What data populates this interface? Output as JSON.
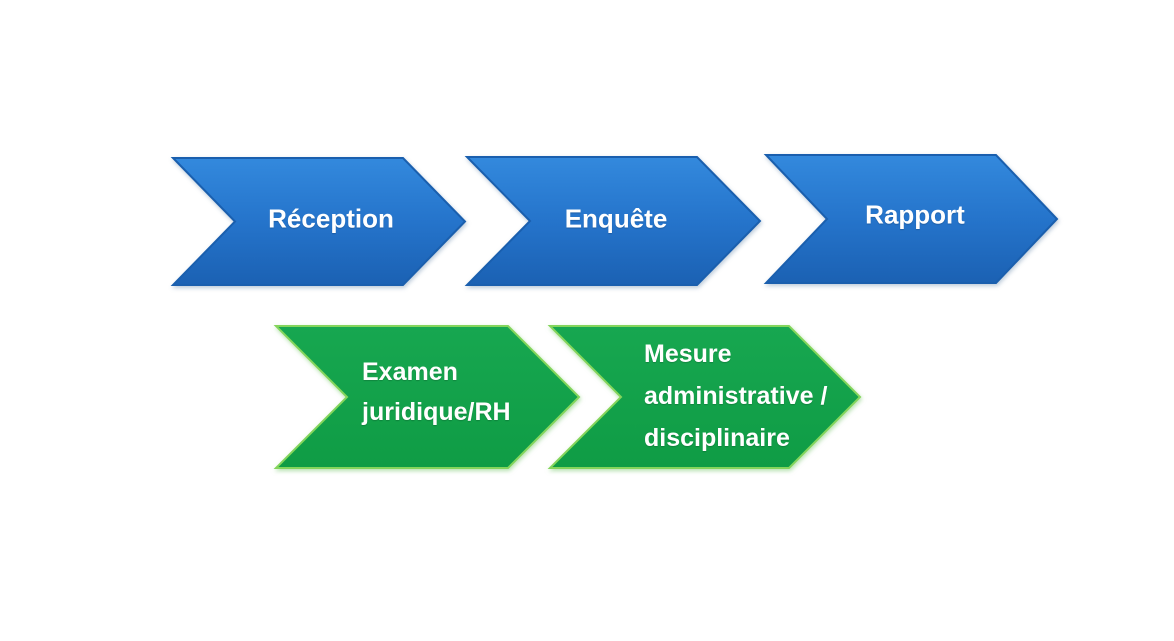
{
  "diagram": {
    "type": "process-flow-chevrons",
    "rows": [
      {
        "color_group": "blue",
        "step_count": 3
      },
      {
        "color_group": "green",
        "step_count": 2
      }
    ],
    "steps": [
      {
        "id": "reception",
        "label": "Réception"
      },
      {
        "id": "enquete",
        "label": "Enquête"
      },
      {
        "id": "rapport",
        "label": "Rapport"
      },
      {
        "id": "examen",
        "lines": [
          "Examen",
          "juridique/RH"
        ]
      },
      {
        "id": "mesure",
        "lines": [
          "Mesure",
          "administrative /",
          "disciplinaire"
        ]
      }
    ]
  },
  "colors": {
    "background": "#ffffff",
    "blue_top": "#3389dd",
    "blue_mid": "#2574cb",
    "blue_bottom": "#1b61b3",
    "blue_border": "#1a5fae",
    "green_top": "#17a750",
    "green_bottom": "#0f9c45",
    "green_border": "#84d55c",
    "text": "#ffffff"
  }
}
